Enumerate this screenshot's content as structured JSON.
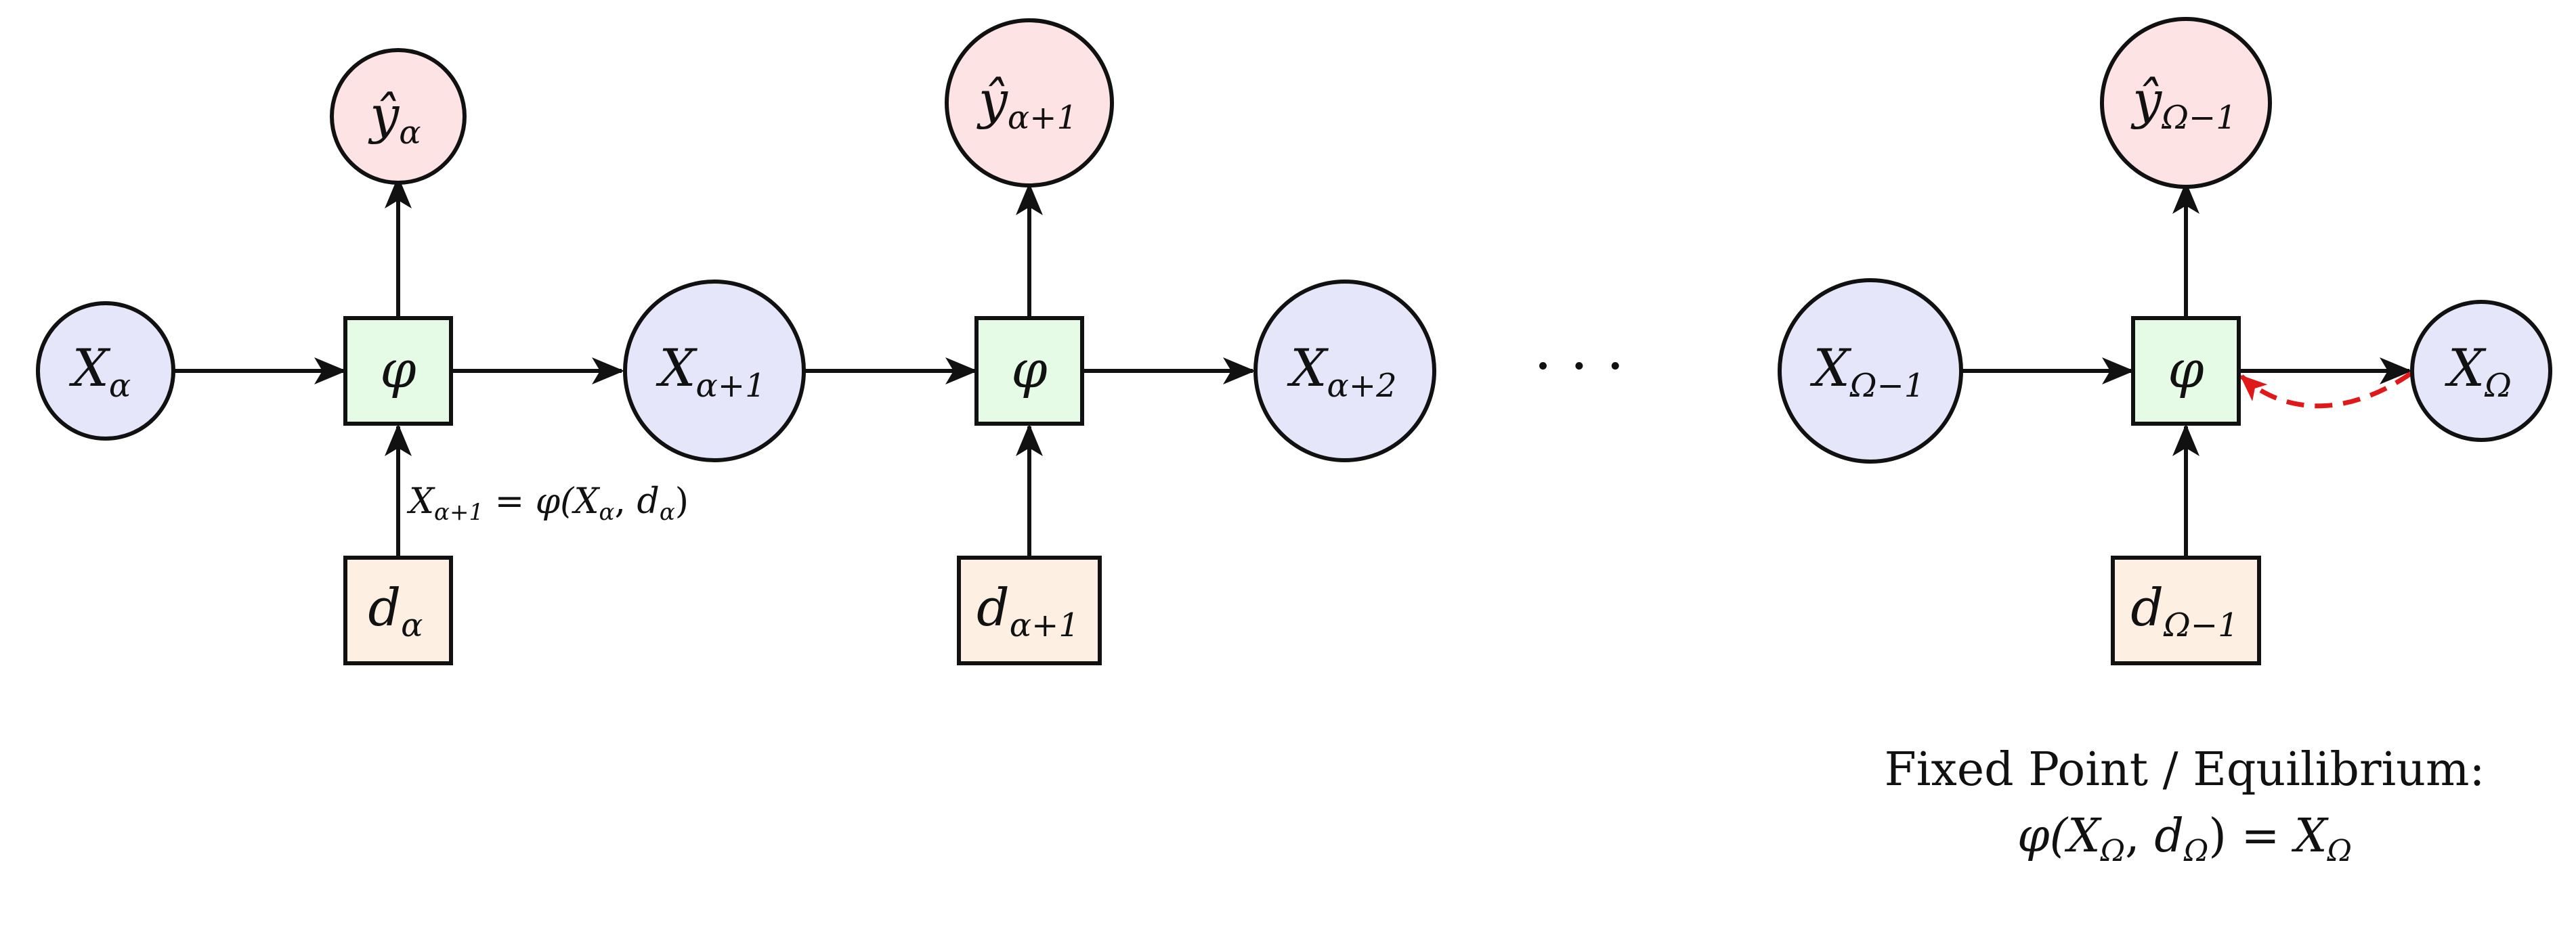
{
  "colors": {
    "state_fill": "#e6e6fb",
    "output_fill": "#fde3e3",
    "phi_fill": "#e6fbe6",
    "input_fill": "#fdf0e3",
    "stroke": "#111111",
    "feedback": "#e01818"
  },
  "nodes": {
    "x_alpha": {
      "base": "X",
      "sub": "α"
    },
    "x_alpha1": {
      "base": "X",
      "sub": "α+1"
    },
    "x_alpha2": {
      "base": "X",
      "sub": "α+2"
    },
    "x_omega1": {
      "base": "X",
      "sub": "Ω−1"
    },
    "x_omega": {
      "base": "X",
      "sub": "Ω"
    },
    "y_alpha": {
      "base": "ŷ",
      "sub": "α"
    },
    "y_alpha1": {
      "base": "ŷ",
      "sub": "α+1"
    },
    "y_omega1": {
      "base": "ŷ",
      "sub": "Ω−1"
    },
    "d_alpha": {
      "base": "d",
      "sub": "α"
    },
    "d_alpha1": {
      "base": "d",
      "sub": "α+1"
    },
    "d_omega1": {
      "base": "d",
      "sub": "Ω−1"
    },
    "phi": "φ",
    "ellipsis": "· · ·"
  },
  "update_rule": {
    "lhs_base": "X",
    "lhs_sub": "α+1",
    "eq": " = ",
    "fn": "φ(",
    "arg1_base": "X",
    "arg1_sub": "α",
    "sep": ", ",
    "arg2_base": "d",
    "arg2_sub": "α",
    "close": ")"
  },
  "fixed_point": {
    "title": "Fixed Point / Equilibrium:",
    "eq_fn": "φ(",
    "eq_x_base": "X",
    "eq_x_sub": "Ω",
    "eq_sep": ", ",
    "eq_d_base": "d",
    "eq_d_sub": "Ω",
    "eq_close": ") = ",
    "eq_rhs_base": "X",
    "eq_rhs_sub": "Ω"
  }
}
